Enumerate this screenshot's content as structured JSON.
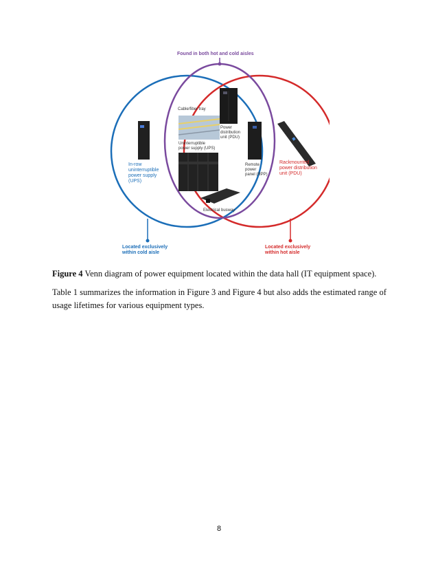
{
  "figure": {
    "top_label": "Found in both hot and cold aisles",
    "cable_tray": "Cable/fiber tray",
    "pdu": [
      "Power",
      "distribution",
      "unit (PDU)"
    ],
    "ups_center": [
      "Uninterruptible",
      "power supply (UPS)"
    ],
    "inrow_ups": [
      "In-row",
      "uninterruptible",
      "power supply",
      "(UPS)"
    ],
    "rpp": [
      "Remote",
      "power",
      "panel (RPP)"
    ],
    "rack_pdu": [
      "Rackmounted",
      "power distribution",
      "unit (PDU)"
    ],
    "busway": "Electrical busway",
    "cold_aisle": [
      "Located exclusively",
      "within cold aisle"
    ],
    "hot_aisle": [
      "Located exclusively",
      "within hot aisle"
    ],
    "colors": {
      "blue": "#1b6eb8",
      "red": "#d42a2a",
      "purple": "#7a4a9e"
    }
  },
  "caption": {
    "label": "Figure 4",
    "text": " Venn diagram of power equipment located within the data hall (IT equipment space)."
  },
  "paragraph": "Table 1 summarizes the information in Figure 3 and Figure 4 but also adds the estimated range of usage lifetimes for various equipment types.",
  "page_number": "8"
}
